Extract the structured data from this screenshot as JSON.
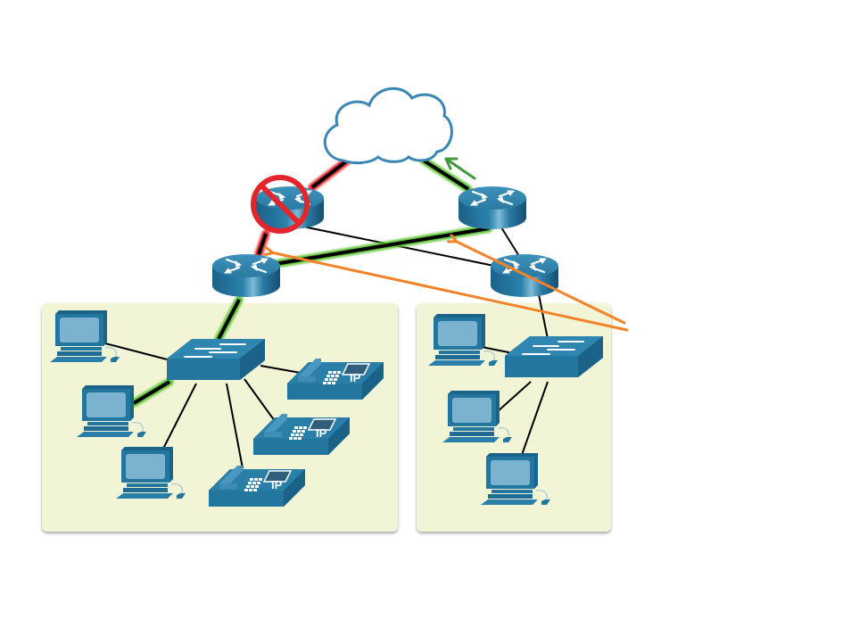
{
  "diagram": {
    "title": "",
    "colors": {
      "device_blue": "#23779f",
      "device_dark": "#1a5f82",
      "device_light": "#5fa6c8",
      "screen": "#7ab2d0",
      "lan_bg": "#f2f4d6",
      "cloud_stroke": "#3a86b4",
      "failed_link": "#e3262b",
      "active_path": "#5cc232",
      "pointer": "#f2832a",
      "link": "#000000",
      "flow_arrow": "#3f9a3c"
    },
    "cloud": {
      "name": "internet-cloud",
      "label": ""
    },
    "routers": [
      {
        "id": "r1",
        "name": "failed-router",
        "status": "failed",
        "label": ""
      },
      {
        "id": "r2",
        "name": "upper-right-router",
        "status": "active",
        "label": ""
      },
      {
        "id": "r3",
        "name": "lower-left-router",
        "status": "active",
        "label": ""
      },
      {
        "id": "r4",
        "name": "lower-right-router",
        "status": "active",
        "label": ""
      }
    ],
    "lans": [
      {
        "name": "left-lan",
        "switch": "left-switch",
        "pcs": 3,
        "ip_phones": [
          {
            "label": "IP"
          },
          {
            "label": "IP"
          },
          {
            "label": "IP"
          }
        ]
      },
      {
        "name": "right-lan",
        "switch": "right-switch",
        "pcs": 3,
        "ip_phones": []
      }
    ],
    "links": [
      {
        "from": "cloud",
        "to": "r1",
        "state": "failed"
      },
      {
        "from": "cloud",
        "to": "r2",
        "state": "active-path"
      },
      {
        "from": "r1",
        "to": "r3",
        "state": "failed"
      },
      {
        "from": "r1",
        "to": "r4",
        "state": "normal"
      },
      {
        "from": "r2",
        "to": "r3",
        "state": "active-path"
      },
      {
        "from": "r2",
        "to": "r4",
        "state": "normal"
      },
      {
        "from": "r3",
        "to": "left-switch",
        "state": "active-path"
      },
      {
        "from": "r4",
        "to": "right-switch",
        "state": "normal"
      },
      {
        "from": "left-switch",
        "to": "pc-2",
        "state": "active-path"
      }
    ],
    "pointer_note": ""
  }
}
